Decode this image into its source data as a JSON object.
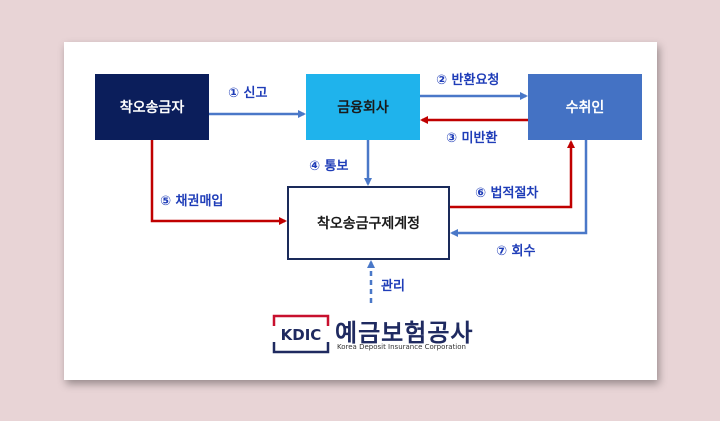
{
  "nodes": {
    "sender": "착오송금자",
    "bank": "금융회사",
    "recipient": "수취인",
    "account": "착오송금구제계정"
  },
  "edges": {
    "report": "① 신고",
    "return_request": "② 반환요청",
    "non_return": "③ 미반환",
    "notify": "④ 통보",
    "purchase_claim": "⑤ 채권매입",
    "legal_procedure": "⑥ 법적절차",
    "recovery": "⑦ 회수",
    "manage": "관리"
  },
  "logo": {
    "mark": "KDIC",
    "name": "예금보험공사",
    "subtitle": "Korea Deposit Insurance Corporation"
  },
  "colors": {
    "background": "#e8d4d6",
    "sender_box": "#0b1e5b",
    "bank_box": "#1fb3ec",
    "recipient_box": "#4472c4",
    "blue_arrow": "#4a78c8",
    "red_arrow": "#c00000",
    "label_text": "#1f3db8",
    "logo_red": "#c8102e",
    "logo_navy": "#1f2a60"
  }
}
